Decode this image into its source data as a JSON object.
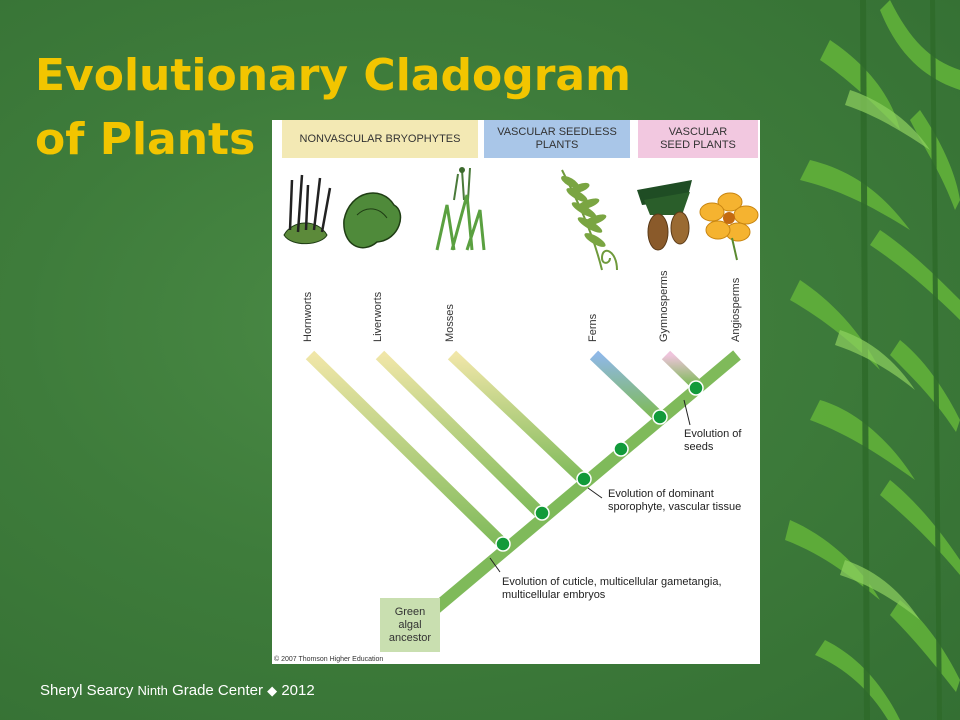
{
  "slide": {
    "title_line1": "Evolutionary Cladogram",
    "title_line2": "of Plants",
    "footer_name": "Sheryl Searcy",
    "footer_ninth": "Ninth",
    "footer_rest": "Grade Center",
    "footer_sep": "◆",
    "footer_year": "2012"
  },
  "diagram": {
    "categories": [
      {
        "label": "NONVASCULAR BRYOPHYTES",
        "color": "#f3e9b4"
      },
      {
        "label": "VASCULAR SEEDLESS PLANTS",
        "color": "#a9c6e8"
      },
      {
        "label": "VASCULAR SEED PLANTS",
        "color": "#f2c8e0"
      }
    ],
    "taxa": [
      "Hornworts",
      "Liverworts",
      "Mosses",
      "Ferns",
      "Gymnosperms",
      "Angiosperms"
    ],
    "notes": {
      "seeds": "Evolution of seeds",
      "sporophyte": "Evolution of dominant sporophyte, vascular tissue",
      "cuticle": "Evolution of cuticle, multicellular gametangia, multicellular embryos"
    },
    "ancestor": "Green algal ancestor",
    "copyright": "© 2007 Thomson Higher Education",
    "branch_color": "#7fba5a",
    "node_color": "#129a3a"
  }
}
